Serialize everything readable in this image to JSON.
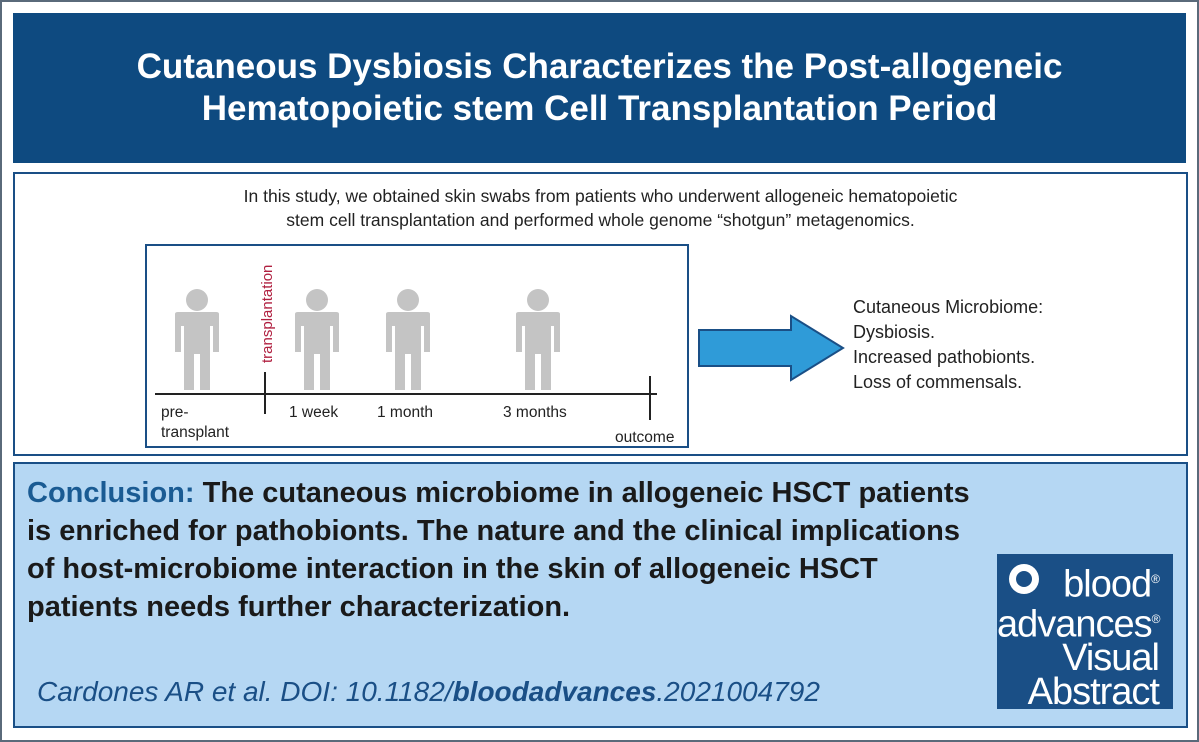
{
  "title": {
    "line1": "Cutaneous Dysbiosis Characterizes the Post-allogeneic",
    "line2": "Hematopoietic stem Cell Transplantation Period"
  },
  "intro": {
    "line1": "In this study, we obtained skin swabs from patients who underwent allogeneic hematopoietic",
    "line2": "stem cell transplantation and performed whole genome “shotgun” metagenomics."
  },
  "timeline": {
    "event_label": "transplantation",
    "timepoints": [
      "pre-",
      "transplant",
      "1 week",
      "1 month",
      "3 months",
      "outcome"
    ],
    "colors": {
      "person": "#c4c4c4",
      "event": "#b02040",
      "axis": "#222222"
    }
  },
  "results": {
    "heading": "Cutaneous Microbiome:",
    "items": [
      "Dysbiosis.",
      "Increased pathobionts.",
      "Loss of commensals."
    ]
  },
  "arrow_color": "#2f9bd8",
  "conclusion": {
    "label": "Conclusion:",
    "text": "The cutaneous microbiome in allogeneic HSCT patients is enriched for pathobionts. The nature and the clinical implications of host-microbiome interaction in the skin of allogeneic HSCT patients needs further characterization."
  },
  "citation": {
    "prefix": "Cardones AR et al. DOI: 10.1182/",
    "journal": "bloodadvances",
    "suffix": ".2021004792"
  },
  "logo": {
    "words": [
      "blood",
      "advances",
      "Visual",
      "Abstract"
    ],
    "reg_mark": "®"
  },
  "colors": {
    "title_bg": "#0e4a80",
    "conclusion_bg": "#b5d7f3",
    "accent": "#1a5b93"
  }
}
